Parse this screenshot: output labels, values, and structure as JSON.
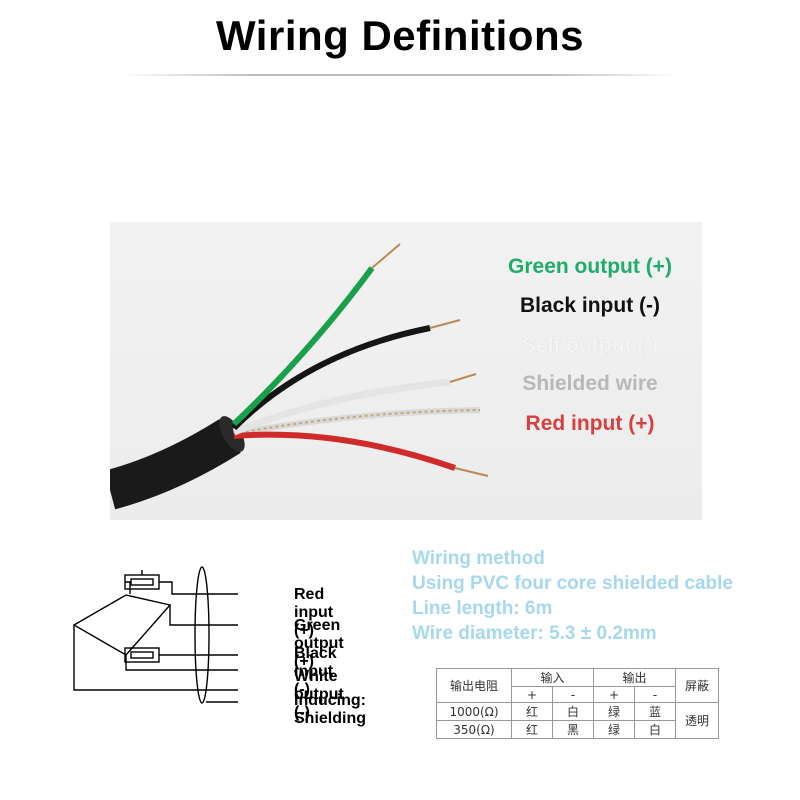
{
  "title": "Wiring Definitions",
  "photo_labels": {
    "green": {
      "text": "Green output (+)",
      "color": "#1fae6a"
    },
    "black": {
      "text": "Black input (-)",
      "color": "#111111"
    },
    "white": {
      "text": "Self output (-)",
      "color": "#f4f4f4"
    },
    "shield": {
      "text": "Shielded wire",
      "color": "#b8b8b8"
    },
    "red": {
      "text": "Red input (+)",
      "color": "#d8403f"
    }
  },
  "method": {
    "color": "#a6d8f0",
    "lines": [
      "Wiring method",
      "Using PVC four core shielded cable",
      "Line length: 6m",
      "Wire diameter: 5.3 ± 0.2mm"
    ]
  },
  "schematic_labels": [
    "Red input (+)",
    "Green output (+)",
    "Black input (-)",
    "White output (-)",
    "Inducing: Shielding"
  ],
  "table": {
    "header_main": "输出电阻",
    "input": "输入",
    "output": "输出",
    "shield": "屏蔽",
    "plus": "+",
    "minus": "-",
    "rows": [
      {
        "res": "1000(Ω)",
        "c1": "红",
        "c2": "白",
        "c3": "绿",
        "c4": "蓝"
      },
      {
        "res": "350(Ω)",
        "c1": "红",
        "c2": "黑",
        "c3": "绿",
        "c4": "白"
      }
    ],
    "shield_value": "透明"
  }
}
